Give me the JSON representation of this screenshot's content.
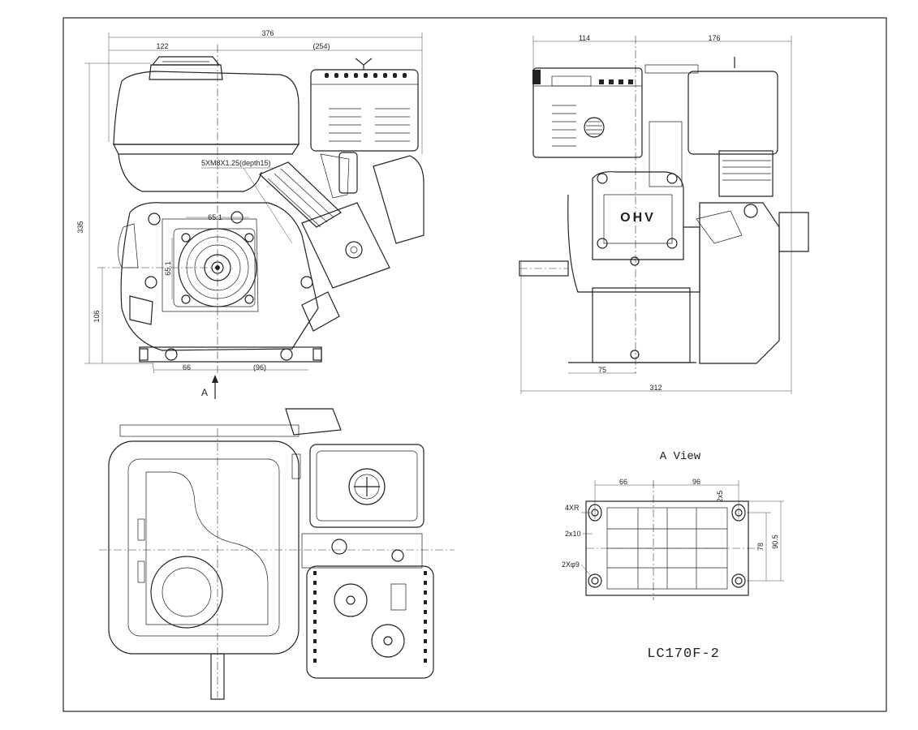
{
  "front_view": {
    "dims": {
      "overall_width": "376",
      "left_offset": "122",
      "right_offset": "(254)",
      "height": "335",
      "shaft_height": "106",
      "base_left": "66",
      "base_right": "(96)",
      "pcd_h": "65.1",
      "pcd_v": "65.1",
      "thread_note": "5XM8X1.25(depth15)"
    },
    "view_arrow_label": "A"
  },
  "side_view": {
    "dims": {
      "left": "114",
      "right": "176",
      "overall": "312",
      "base": "75"
    },
    "badge_text": "OHV"
  },
  "a_view": {
    "title": "A  View",
    "dims": {
      "left": "66",
      "right": "96",
      "slot": "2x5",
      "radius": "4XR",
      "slot_width": "2x10",
      "holes": "2Xφ9",
      "inner_height": "78",
      "outer_height": "90.5"
    }
  },
  "model_name": "LC170F-2"
}
